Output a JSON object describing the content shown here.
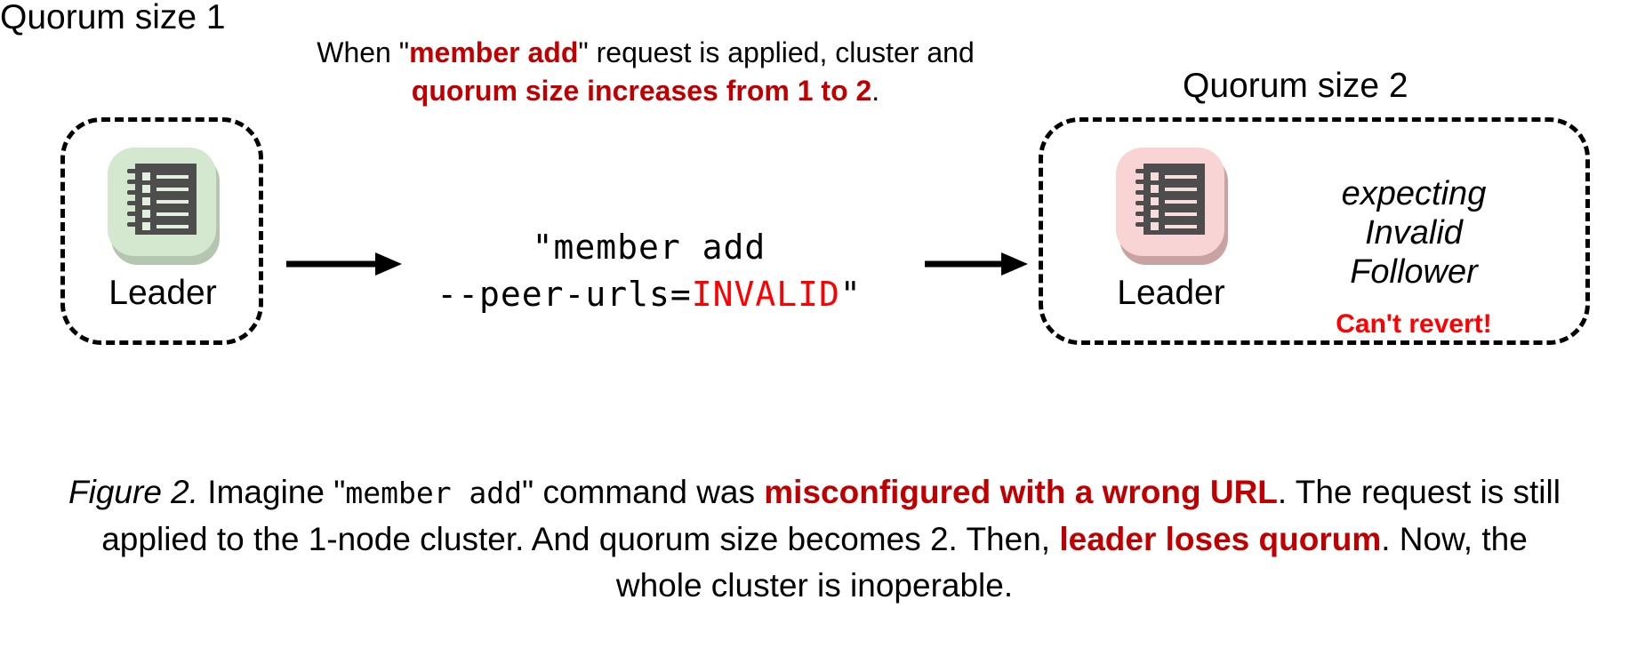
{
  "figure": {
    "left_cluster": {
      "title": "Quorum size 1",
      "node_label": "Leader",
      "node_icon": "notebook-icon",
      "node_color": "#d4e8d0"
    },
    "right_cluster": {
      "title": "Quorum size 2",
      "node_label": "Leader",
      "node_icon": "notebook-icon",
      "node_color": "#f9d4d4",
      "note_lines": [
        "expecting",
        "Invalid",
        "Follower"
      ],
      "alert": "Can't revert!",
      "alert_color": "#ff0000"
    },
    "top_note": {
      "p1": "When \"",
      "h1": "member add",
      "p2": "\" request is applied, cluster and ",
      "h2": "quorum size increases from 1 to 2",
      "p3": "."
    },
    "command": {
      "line1": "\"member add",
      "line2_prefix": "--peer-urls=",
      "line2_invalid": "INVALID",
      "line2_suffix": "\"",
      "invalid_color": "#ff0000"
    },
    "arrows": {
      "arrow_1": "arrow-right-icon",
      "arrow_2": "arrow-right-icon"
    },
    "caption": {
      "figure_number": "Figure 2.",
      "t1": " Imagine \"",
      "mono1": "member add",
      "t2": "\" command was ",
      "h1": "misconfigured with a wrong URL",
      "t3": ". The request is still applied to the 1-node cluster. And quorum size becomes 2. Then, ",
      "h2": "leader loses quorum",
      "t4": ". Now, the whole cluster is inoperable."
    }
  }
}
